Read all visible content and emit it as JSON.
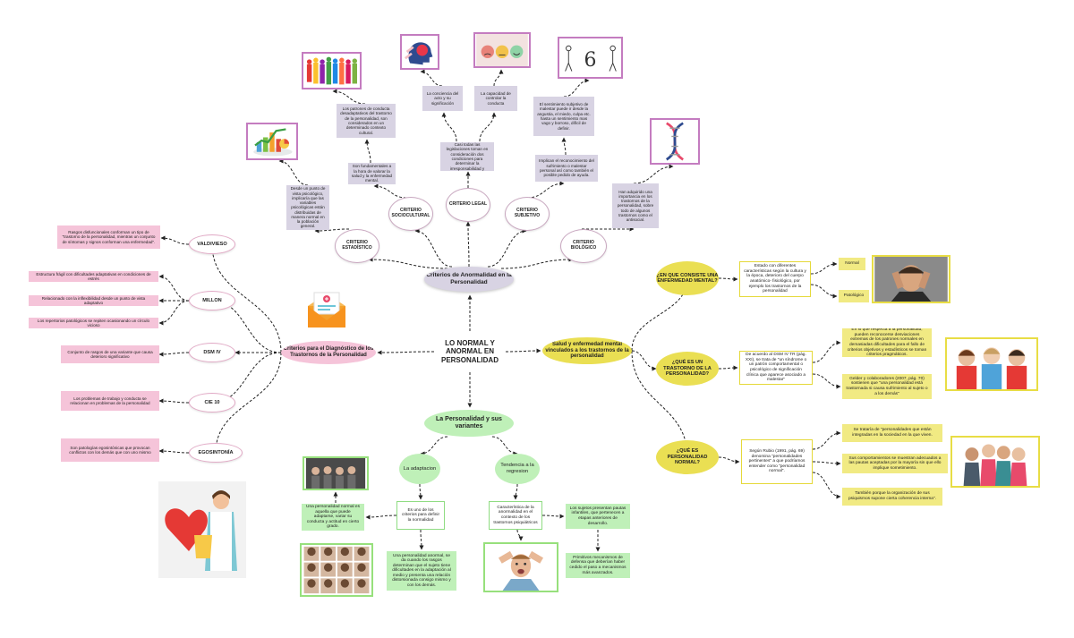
{
  "center": "LO NORMAL Y ANORMAL EN PERSONALIDAD",
  "criterios_anormalidad": {
    "title": "Criterios de Anormalidad en la Personalidad",
    "criterios": [
      {
        "label": "CRITERIO ESTADÍSTICO",
        "desc": "Desde un punto de vista psicológico, implicaría que las variables psicológicas están distribuidas de manera normal en la población general."
      },
      {
        "label": "CRITERIO SOCIOCULTURAL",
        "desc": "Son fundamentales a la hora de valorar la salud y la enfermedad mental.",
        "desc2": "Los patrones de conducta desadaptativos del trastorno de la personalidad, son considerados en un determinado contexto cultural."
      },
      {
        "label": "CRITERIO LEGAL",
        "desc": "Casi todas las legislaciones toman en consideración dos condiciones para determinar la irresponsabilidad y",
        "desc_a": "La conciencia del acto y su significación",
        "desc_b": "La capacidad de controlar la conducta"
      },
      {
        "label": "CRITERIO SUBJETIVO",
        "desc": "Implican el reconocimiento del sufrimiento o malestar personal así como también el posible pedido de ayuda.",
        "desc2": "El sentimiento subjetivo de malestar puede ir desde la angustia, el miedo, culpa etc. hasta un sentimiento mas vago y borroso, difícil de definir."
      },
      {
        "label": "CRITERIO BIOLÓGICO",
        "desc": "Han adquirido una importancia en los trastornos de la personalidad, sobre todo de algunos trastornos como el antisocial."
      }
    ]
  },
  "criterios_diagnostico": {
    "title": "Criterios para el Diagnóstico de los Trastornos de la Personalidad",
    "items": [
      {
        "label": "VALDIVIESO",
        "descs": [
          "Rasgos disfuncionales conforman un tipo de \"trastorno de la personalidad, mientras un conjunto de síntomas y signos conforman una enfermedad\"."
        ]
      },
      {
        "label": "MILLON",
        "descs": [
          "Estructura frágil con dificultades adaptativas en condiciones de estrés",
          "Relacionado con la inflexibilidad desde un punto de vista adaptativo",
          "Los repertorios patológicos se repiten ocasionando un círculo vicioso"
        ]
      },
      {
        "label": "DSM IV",
        "descs": [
          "Conjunto de rasgos de una variante que causa deterioro significativo"
        ]
      },
      {
        "label": "CIE 10",
        "descs": [
          "Los problemas de trabajo y conducta se relacionan en problemas de la personalidad"
        ]
      },
      {
        "label": "EGOSINTONÍA",
        "descs": [
          "Son patologías egosintónicas que provocan conflictos con los demás que con uno mismo"
        ]
      }
    ]
  },
  "salud_enfermedad": {
    "title": "Salud y enfermedad mental vinculados a los trastornos de la personalidad",
    "q1": {
      "label": "¿EN QUE CONSISTE UNA ENFERMEDAD MENTAL?",
      "desc": "Estado con diferentes características según la cultura y la época, deterioro del cuerpo anatómico- fisiológico, por ejemplo los trastornos de la personalidad",
      "tags": [
        "Normal",
        "Patológico"
      ]
    },
    "q2": {
      "label": "¿QUÉ ES UN TRASTORNO DE LA PERSONALIDAD?",
      "desc": "De acuerdo al DSM IV TR (pág. XXI), se trata de \"un síndrome o un patrón comportamental o psicológico de significación clínica que aparece asociado a malestar\"",
      "items": [
        "En lo que respecta a la personalidad, pueden reconocerse desviaciones extremas de los patrones normales en demasiadas dificultades para el fallo de criterios objetivos y estadísticos se toman criterios pragmáticos.",
        "Gelder y colaboradores (2007, pág. 70) sostienen que \"una personalidad está trastornada si causa sufrimiento al sujeto o a los demás\""
      ]
    },
    "q3": {
      "label": "¿QUÉ ES PERSONALIDAD NORMAL?",
      "desc": "Según Rubio (1991, pág. 69) denomina \"personalidades pertinentes\" a que podríamos entender como \"personalidad normal\".",
      "items": [
        "Se trataría de \"personalidades que están integradas en la sociedad en la que viven.",
        "Sus comportamientos se muestran adecuados a las pautas aceptadas por la mayoría sin que ello implique sometimiento.",
        "También porque la organización de sus psiquismos supone cierta coherencia interna\"."
      ]
    }
  },
  "personalidad": {
    "title": "La Personalidad y sus variantes",
    "adaptacion": {
      "label": "La adaptacion",
      "desc": "Es uno de los criterios para definir la normalidad",
      "left": "Una personalidad normal es aquella que puede adaptarse, variar su conducta y actitud en cierto grado.",
      "bottom": "Una personalidad anormal, se da cuando los rasgos determinan que el sujeto tiene dificultades en la adaptación al medio y presenta una relación distorsionada consigo mismo y con los demás."
    },
    "regresion": {
      "label": "Tendencia a la regresion",
      "desc": "Característica de la anormalidad en el contexto de los trastornos psiquiátricos",
      "right": "Los sujetos presentan pautas infantiles, que pertenecen a etapas anteriores de desarrollo.",
      "bottom": "Primitivos mecanismos de defensa que deberían haber cedido el paso a mecanismos más avanzados."
    }
  },
  "colors": {
    "purple": "#d8d3e3",
    "pink": "#f5c4d9",
    "yellow": "#f1ea83",
    "green": "#bff0b8",
    "line": "#222222"
  }
}
